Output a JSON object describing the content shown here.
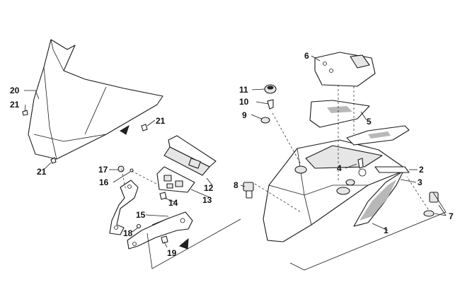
{
  "callouts": {
    "c1": "1",
    "c2": "2",
    "c3": "3",
    "c4": "4",
    "c5": "5",
    "c6": "6",
    "c7": "7",
    "c8": "8",
    "c9": "9",
    "c10": "10",
    "c11": "11",
    "c12": "12",
    "c13": "13",
    "c14": "14",
    "c15": "15",
    "c16": "16",
    "c17": "17",
    "c18": "18",
    "c19": "19",
    "c20": "20",
    "c21a": "21",
    "c21b": "21",
    "c21c": "21"
  }
}
